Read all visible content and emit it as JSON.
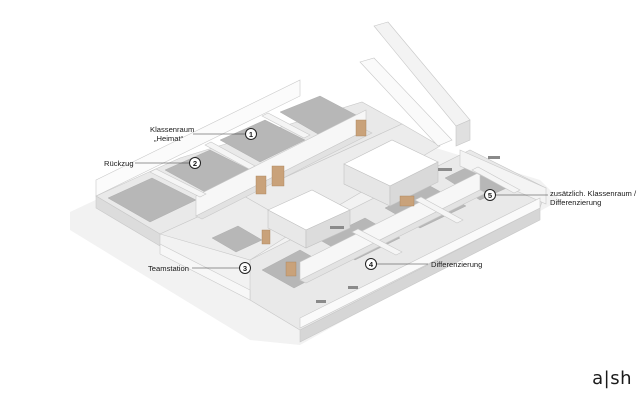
{
  "annotations": [
    {
      "id": 1,
      "number": "1",
      "lines": [
        "Klassenraum",
        "„Heimat“"
      ]
    },
    {
      "id": 2,
      "number": "2",
      "lines": [
        "Rückzug"
      ]
    },
    {
      "id": 3,
      "number": "3",
      "lines": [
        "Teamstation"
      ]
    },
    {
      "id": 4,
      "number": "4",
      "lines": [
        "Differenzierung"
      ]
    },
    {
      "id": 5,
      "number": "5",
      "lines": [
        "zusätzlich. Klassenraum /",
        "Differenzierung"
      ]
    }
  ],
  "logo": "a|sh"
}
